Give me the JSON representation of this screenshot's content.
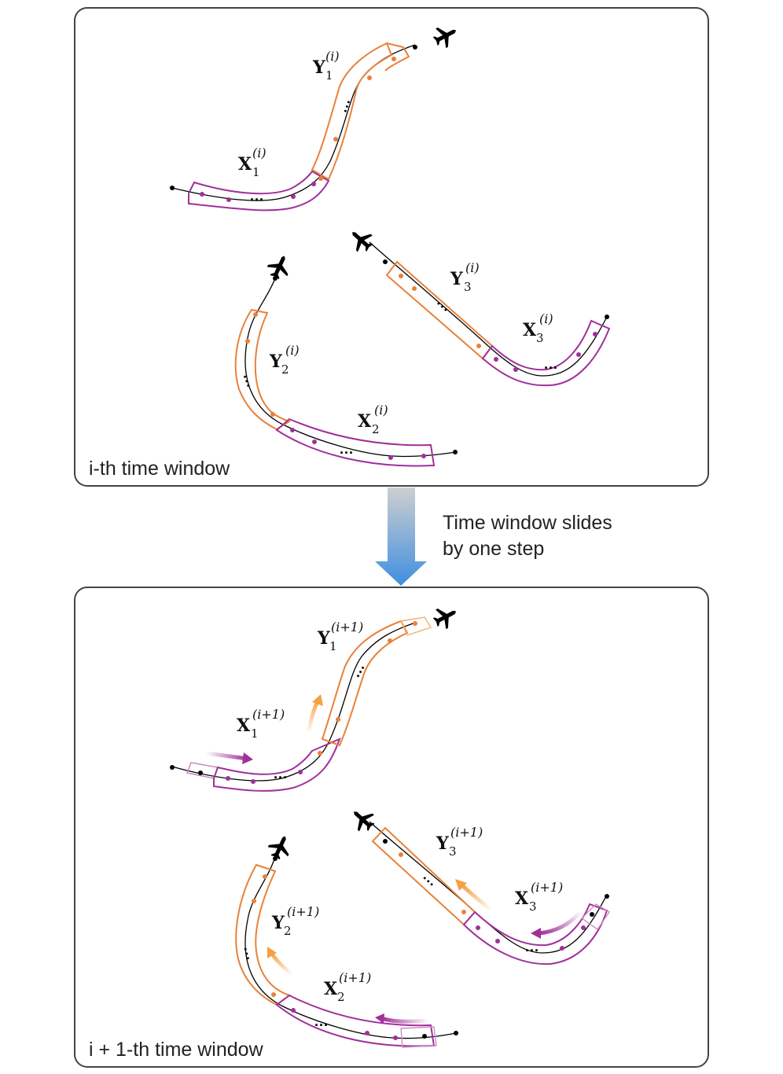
{
  "panel_top": {
    "caption": "i-th time window",
    "labels": {
      "y1_base": "Y",
      "y1_sub": "1",
      "y1_sup": "(i)",
      "x1_base": "X",
      "x1_sub": "1",
      "x1_sup": "(i)",
      "y2_base": "Y",
      "y2_sub": "2",
      "y2_sup": "(i)",
      "x2_base": "X",
      "x2_sub": "2",
      "x2_sup": "(i)",
      "y3_base": "Y",
      "y3_sub": "3",
      "y3_sup": "(i)",
      "x3_base": "X",
      "x3_sub": "3",
      "x3_sup": "(i)"
    }
  },
  "transition": {
    "line1": "Time window slides",
    "line2": "by one step"
  },
  "panel_bottom": {
    "caption": "i + 1-th time window",
    "labels": {
      "y1_base": "Y",
      "y1_sub": "1",
      "y1_sup": "(i+1)",
      "x1_base": "X",
      "x1_sub": "1",
      "x1_sup": "(i+1)",
      "y2_base": "Y",
      "y2_sub": "2",
      "y2_sup": "(i+1)",
      "x2_base": "X",
      "x2_sub": "2",
      "x2_sup": "(i+1)",
      "y3_base": "Y",
      "y3_sub": "3",
      "y3_sup": "(i+1)",
      "x3_base": "X",
      "x3_sub": "3",
      "x3_sup": "(i+1)"
    }
  },
  "colors": {
    "history_window": "#a0309a",
    "future_window": "#e8813a",
    "trajectory": "#000000",
    "arrow_gradient_top": "#c8c8c8",
    "arrow_gradient_bottom": "#4a90d9"
  },
  "icons": [
    "airplane-icon"
  ]
}
